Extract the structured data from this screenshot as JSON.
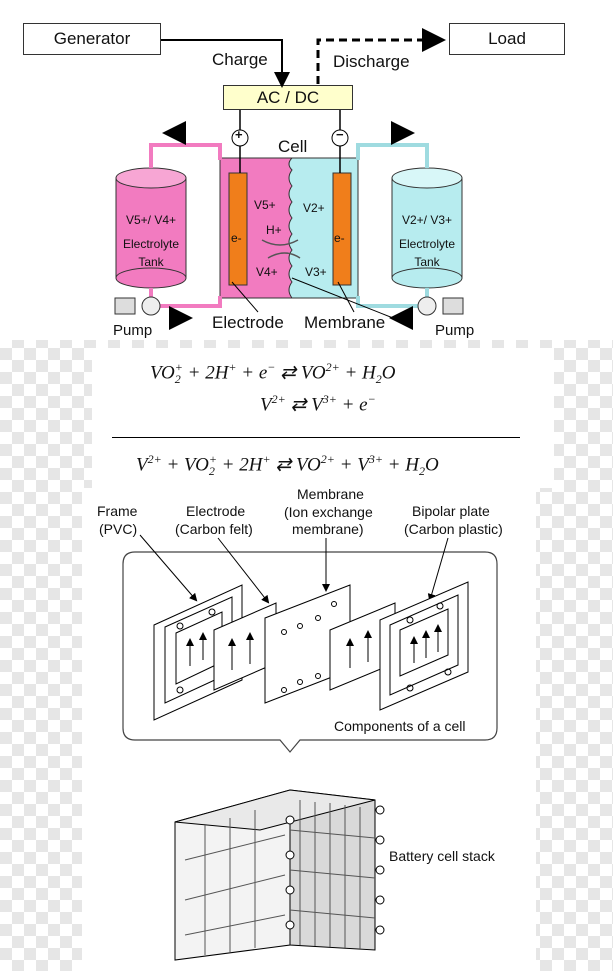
{
  "flow": {
    "generator": "Generator",
    "load": "Load",
    "charge": "Charge",
    "discharge": "Discharge",
    "acdc": "AC / DC",
    "cell": "Cell",
    "plus": "+",
    "minus": "−",
    "left_tank": {
      "ions": "V5+/ V4+",
      "name_line1": "Electrolyte",
      "name_line2": "Tank",
      "color": "#f27bc0"
    },
    "right_tank": {
      "ions": "V2+/ V3+",
      "name_line1": "Electrolyte",
      "name_line2": "Tank",
      "color": "#b7ecef"
    },
    "left_ions": {
      "top": "V5+",
      "mid": "H+",
      "bot": "V4+",
      "e": "e-"
    },
    "right_ions": {
      "top": "V2+",
      "bot": "V3+",
      "e": "e-"
    },
    "pump_left": "Pump",
    "pump_right": "Pump",
    "electrode": "Electrode",
    "membrane": "Membrane",
    "electrode_color": "#f07e1b"
  },
  "equations": {
    "eq1": "VO2+ + 2H+ + e− ⇄ VO2+ + H2O",
    "eq2": "V2+ ⇄ V3+ + e−",
    "eq3": "V2+ + VO2+ + 2H+ ⇄ VO2+ + V3+ + H2O"
  },
  "stack": {
    "frame_l1": "Frame",
    "frame_l2": "(PVC)",
    "electrode_l1": "Electrode",
    "electrode_l2": "(Carbon felt)",
    "membrane_l1": "Membrane",
    "membrane_l2": "(Ion exchange",
    "membrane_l3": "membrane)",
    "bipolar_l1": "Bipolar plate",
    "bipolar_l2": "(Carbon plastic)",
    "components_caption": "Components of a cell",
    "stack_caption": "Battery cell stack"
  }
}
